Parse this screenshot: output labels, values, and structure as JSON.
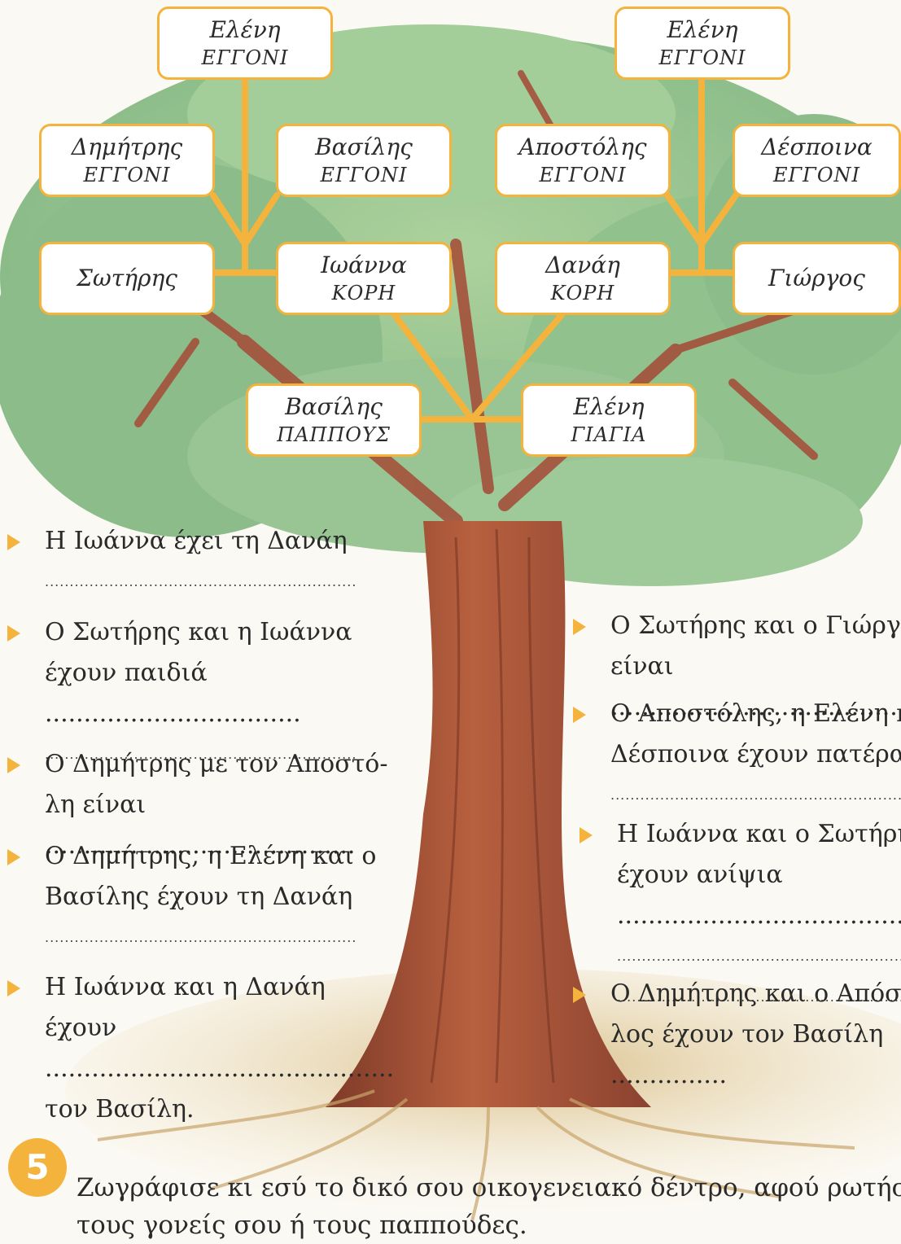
{
  "tree": {
    "nodes": [
      {
        "id": "eleni-left",
        "name": "Ελένη",
        "role": "ΕΓΓΟΝΙ"
      },
      {
        "id": "eleni-right",
        "name": "Ελένη",
        "role": "ΕΓΓΟΝΙ"
      },
      {
        "id": "dimitris",
        "name": "Δημήτρης",
        "role": "ΕΓΓΟΝΙ"
      },
      {
        "id": "vasilis-grandchild",
        "name": "Βασίλης",
        "role": "ΕΓΓΟΝΙ"
      },
      {
        "id": "apostolis",
        "name": "Αποστόλης",
        "role": "ΕΓΓΟΝΙ"
      },
      {
        "id": "despoina",
        "name": "Δέσποινα",
        "role": "ΕΓΓΟΝΙ"
      },
      {
        "id": "sotiris",
        "name": "Σωτήρης",
        "role": ""
      },
      {
        "id": "ioanna",
        "name": "Ιωάννα",
        "role": "ΚΟΡΗ"
      },
      {
        "id": "danai",
        "name": "Δανάη",
        "role": "ΚΟΡΗ"
      },
      {
        "id": "giorgos",
        "name": "Γιώργος",
        "role": ""
      },
      {
        "id": "vasilis-grandpa",
        "name": "Βασίλης",
        "role": "ΠΑΠΠΟΥΣ"
      },
      {
        "id": "eleni-grandma",
        "name": "Ελένη",
        "role": "ΓΙΑΓΙΑ"
      }
    ]
  },
  "questions_left": [
    {
      "lines": [
        "Η Ιωάννα έχει τη Δανάη",
        "..............................................................."
      ]
    },
    {
      "lines": [
        "Ο Σωτήρης και η Ιωάννα",
        "έχουν παιδιά .................................",
        "..............................................................."
      ]
    },
    {
      "lines": [
        "Ο Δημήτρης με τον Αποστό-",
        "λη είναι ........................................"
      ]
    },
    {
      "lines": [
        "Ο Δημήτρης, η Ελένη και ο",
        "Βασίλης έχουν τη Δανάη",
        "..............................................................."
      ]
    },
    {
      "lines": [
        "Η Ιωάννα και η Δανάη",
        "έχουν .............................................",
        "τον Βασίλη."
      ]
    }
  ],
  "questions_right": [
    {
      "lines": [
        "Ο Σωτήρης και ο Γιώργος",
        "είναι ................................................"
      ]
    },
    {
      "lines": [
        "Ο Αποστόλης, η Ελένη και η",
        "Δέσποινα έχουν πατέρα",
        "..............................................................."
      ]
    },
    {
      "lines": [
        "Η Ιωάννα και ο Σωτήρης",
        "έχουν ανίψια ......................................",
        "...............................................................",
        "..............................................................."
      ]
    },
    {
      "lines": [
        "Ο Δημήτρης και ο Απόστο-",
        "λος έχουν τον Βασίλη ...............",
        "..............................................................."
      ]
    }
  ],
  "activity": {
    "number": "5",
    "text_line1": "Ζωγράφισε κι εσύ το δικό σου οικογενειακό δέντρο, αφού ρωτήσεις",
    "text_line2": "τους γονείς σου ή τους παππούδες."
  },
  "colors": {
    "accent": "#f3b33d",
    "foliage": "#8fc08a",
    "trunk": "#a9523a"
  }
}
